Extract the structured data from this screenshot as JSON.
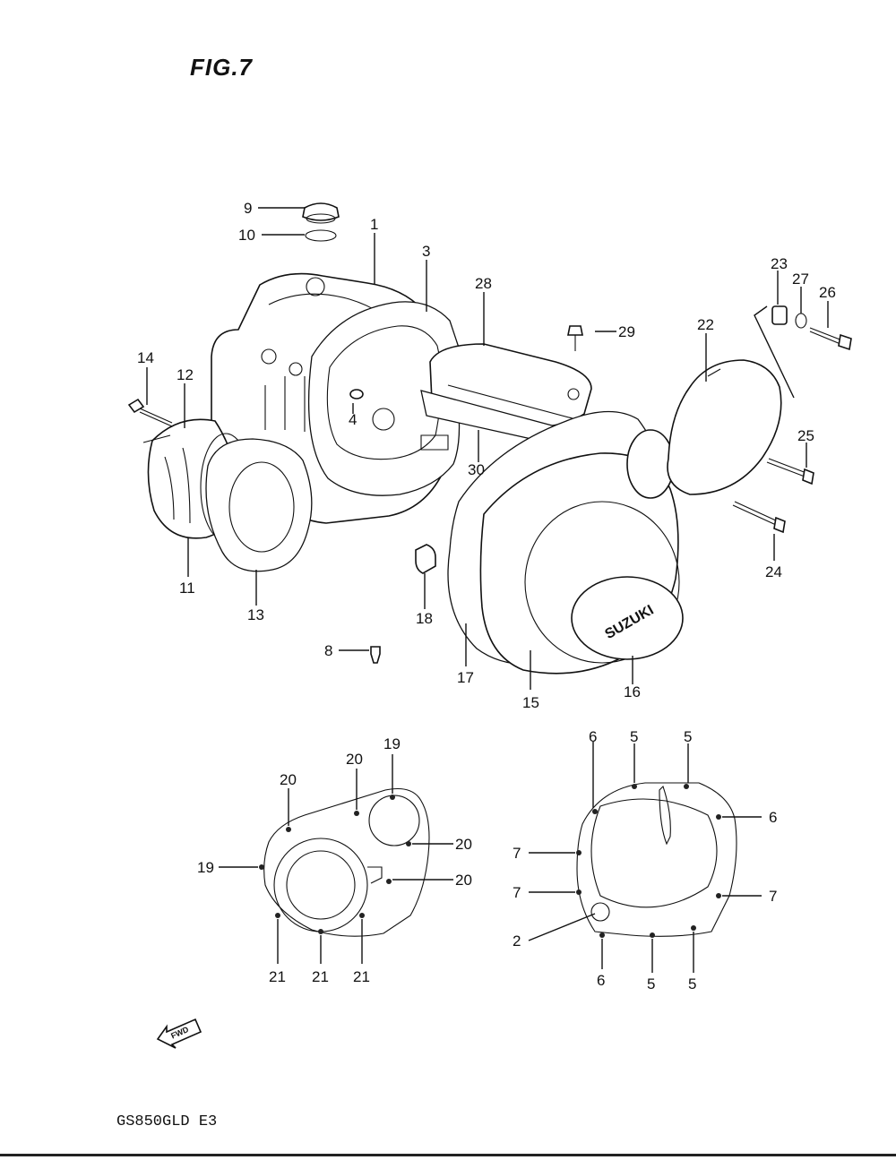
{
  "title": "FIG.7",
  "model": "GS850GLD  E3",
  "fwd_badge": "FWD",
  "callouts": {
    "c1": "1",
    "c2": "2",
    "c3": "3",
    "c4": "4",
    "c5a": "5",
    "c5b": "5",
    "c5c": "5",
    "c5d": "5",
    "c6a": "6",
    "c6b": "6",
    "c6c": "6",
    "c7a": "7",
    "c7b": "7",
    "c7c": "7",
    "c8": "8",
    "c9": "9",
    "c10": "10",
    "c11": "11",
    "c12": "12",
    "c13": "13",
    "c14": "14",
    "c15": "15",
    "c16": "16",
    "c17": "17",
    "c18": "18",
    "c19a": "19",
    "c19b": "19",
    "c20a": "20",
    "c20b": "20",
    "c20c": "20",
    "c20d": "20",
    "c21a": "21",
    "c21b": "21",
    "c21c": "21",
    "c22": "22",
    "c23": "23",
    "c24": "24",
    "c25": "25",
    "c26": "26",
    "c27": "27",
    "c28": "28",
    "c29": "29",
    "c30": "30"
  },
  "brand_on_cover": "SUZUKI"
}
